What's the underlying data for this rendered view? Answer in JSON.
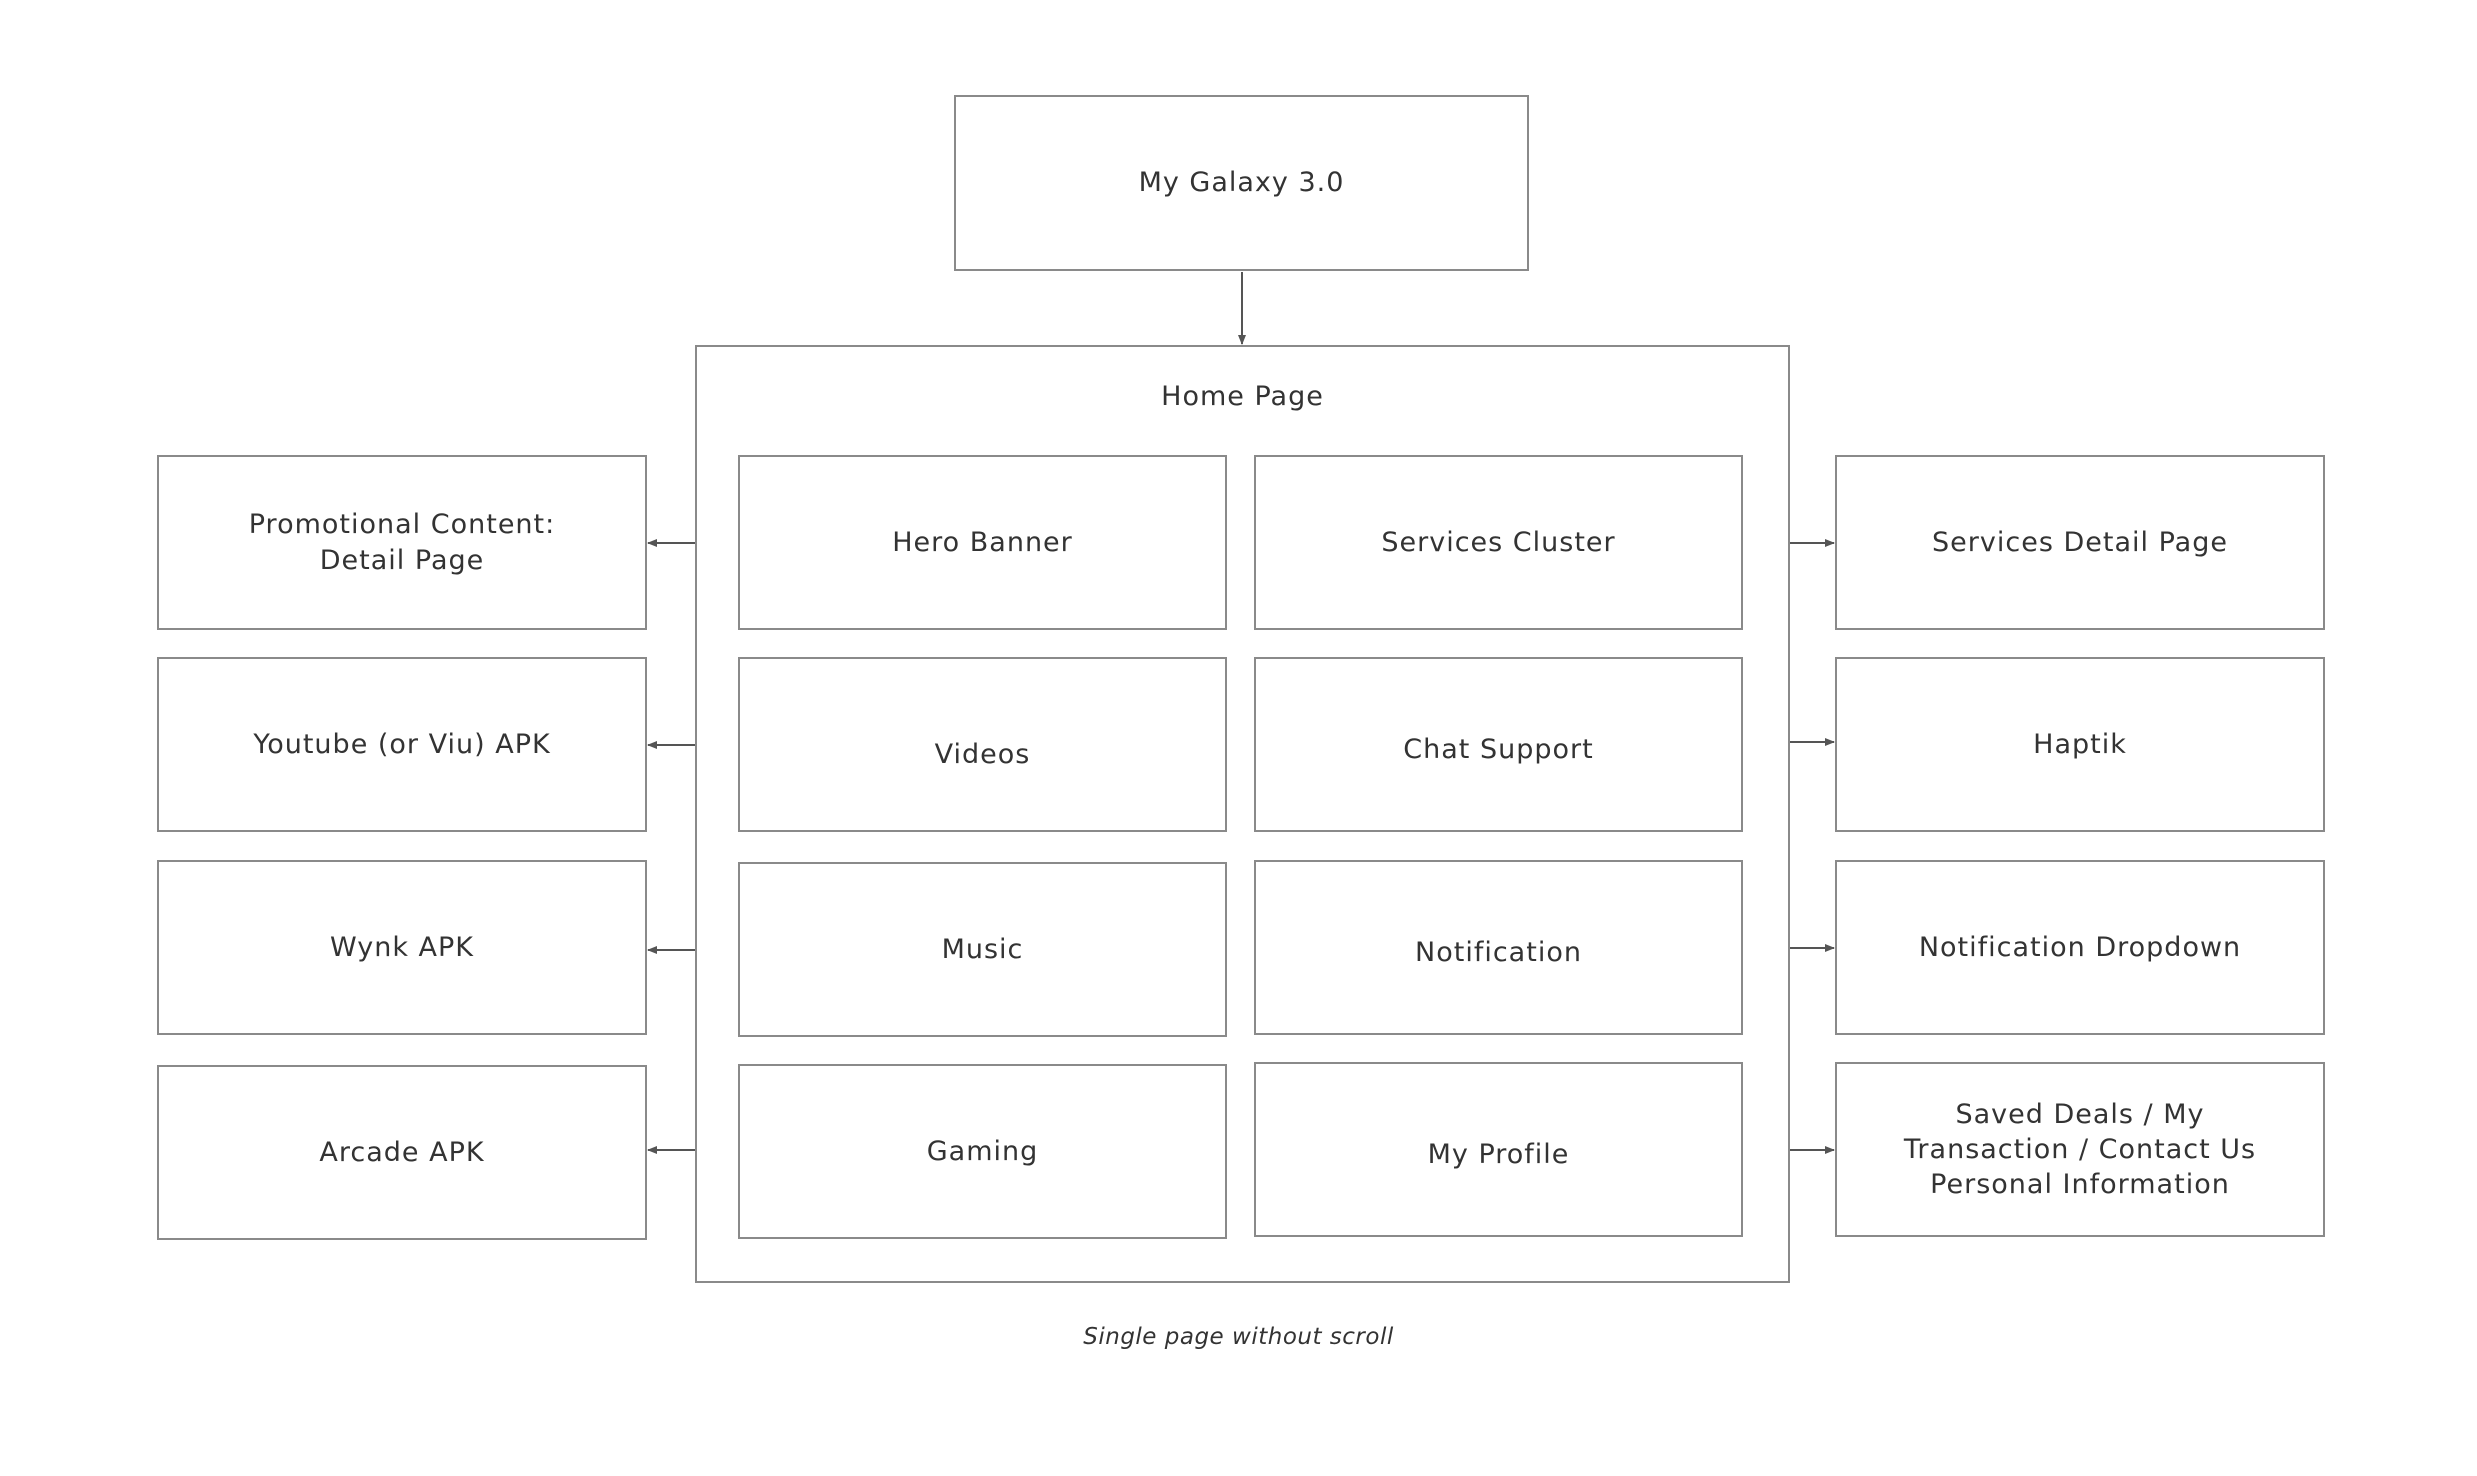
{
  "root": {
    "label": "My Galaxy 3.0"
  },
  "home": {
    "title": "Home Page"
  },
  "left_column": [
    {
      "label": "Hero Banner",
      "target": "Promotional Content:\nDetail Page"
    },
    {
      "label": "Videos",
      "target": "Youtube (or Viu) APK"
    },
    {
      "label": "Music",
      "target": "Wynk APK"
    },
    {
      "label": "Gaming",
      "target": "Arcade APK"
    }
  ],
  "right_column": [
    {
      "label": "Services Cluster",
      "target": "Services Detail Page"
    },
    {
      "label": "Chat Support",
      "target": "Haptik"
    },
    {
      "label": "Notification",
      "target": "Notification Dropdown"
    },
    {
      "label": "My Profile",
      "target": "Saved Deals / My\nTransaction / Contact Us\nPersonal Information"
    }
  ],
  "caption": "Single page without scroll",
  "colors": {
    "stroke": "#8a8a8a",
    "text": "#333333",
    "arrow": "#555555"
  }
}
